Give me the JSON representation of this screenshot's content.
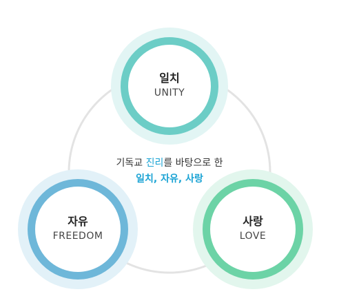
{
  "diagram": {
    "center": {
      "line1_before": "기독교 ",
      "line1_highlight": "진리",
      "line1_after": "를 바탕으로 한",
      "line2": "일치, 자유, 사랑"
    },
    "nodes": [
      {
        "id": "unity",
        "ko": "일치",
        "en": "UNITY",
        "color": "#6ccdc6",
        "halo": "#e2f5f4"
      },
      {
        "id": "freedom",
        "ko": "자유",
        "en": "FREEDOM",
        "color": "#6eb7d9",
        "halo": "#e2f1f8"
      },
      {
        "id": "love",
        "ko": "사랑",
        "en": "LOVE",
        "color": "#6cd3a6",
        "halo": "#e2f6ed"
      }
    ],
    "colors": {
      "connector": "#e3e3e3",
      "highlight": "#1aa3d4"
    }
  }
}
